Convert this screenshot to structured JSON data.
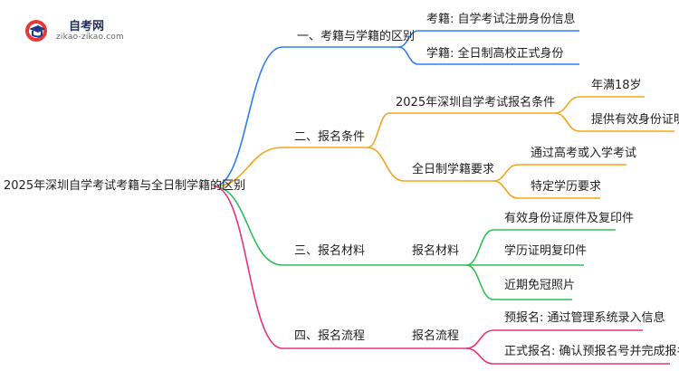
{
  "logo": {
    "title": "自考网",
    "subtitle": "zikao-zikao.com"
  },
  "root": "2025年深圳自学考试考籍与全日制学籍的区别",
  "branches": [
    {
      "label": "一、考籍与学籍的区别",
      "color": "#2f7df6",
      "children": [
        {
          "label": "考籍: 自学考试注册身份信息"
        },
        {
          "label": "学籍: 全日制高校正式身份"
        }
      ]
    },
    {
      "label": "二、报名条件",
      "color": "#f2a51a",
      "children": [
        {
          "label": "2025年深圳自学考试报名条件",
          "children": [
            {
              "label": "年满18岁"
            },
            {
              "label": "提供有效身份证明"
            }
          ]
        },
        {
          "label": "全日制学籍要求",
          "children": [
            {
              "label": "通过高考或入学考试"
            },
            {
              "label": "特定学历要求"
            }
          ]
        }
      ]
    },
    {
      "label": "三、报名材料",
      "color": "#2fbf5a",
      "children": [
        {
          "label": "报名材料",
          "children": [
            {
              "label": "有效身份证原件及复印件"
            },
            {
              "label": "学历证明复印件"
            },
            {
              "label": "近期免冠照片"
            }
          ]
        }
      ]
    },
    {
      "label": "四、报名流程",
      "color": "#e8317a",
      "children": [
        {
          "label": "报名流程",
          "children": [
            {
              "label": "预报名: 通过管理系统录入信息"
            },
            {
              "label": "正式报名: 确认预报名号并完成报名"
            }
          ]
        }
      ]
    }
  ]
}
